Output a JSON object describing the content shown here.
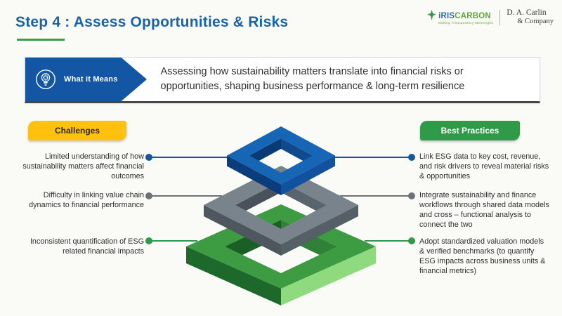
{
  "header": {
    "title": "Step 4 : Assess Opportunities & Risks",
    "logos": {
      "iriscarbon": {
        "part1": "iRIS",
        "part2": "CARBON",
        "tagline": "Making Transparency Meaningful"
      },
      "carlin": {
        "line1": "D. A. Carlin",
        "line2": "& Company"
      }
    }
  },
  "banner": {
    "label": "What it Means",
    "description": "Assessing how sustainability matters translate into financial risks or opportunities, shaping business performance & long-term resilience"
  },
  "challenges": {
    "header": "Challenges",
    "items": [
      {
        "level": "blue",
        "text": "Limited understanding of how sustainability matters affect financial outcomes"
      },
      {
        "level": "gray",
        "text": "Difficulty in linking value chain dynamics to financial performance"
      },
      {
        "level": "green",
        "text": "Inconsistent quantification of ESG related financial impacts"
      }
    ]
  },
  "best_practices": {
    "header": "Best Practices",
    "items": [
      {
        "level": "blue",
        "text": "Link ESG data to key cost, revenue, and risk drivers to reveal material risks & opportunities"
      },
      {
        "level": "gray",
        "text": "Integrate sustainability and finance workflows through shared data models and cross – functional analysis to connect the two"
      },
      {
        "level": "green",
        "text": "Adopt standardized valuation models & verified benchmarks (to quantify ESG impacts across business units & financial metrics)"
      }
    ]
  },
  "colors": {
    "accent_blue": "#1356A4",
    "accent_green": "#2F9A48",
    "accent_yellow": "#FFC10E",
    "title_blue": "#1763AC",
    "connector_gray": "#6B7379",
    "text_dark": "#2E2E2E",
    "diamond_blue": {
      "top": "#1765B5",
      "left": "#0B3C7C",
      "right": "#12519E",
      "inner_left": "#0A3A75",
      "inner_right": "#11498D"
    },
    "diamond_gray": {
      "top": "#79838B",
      "left": "#4E575E",
      "right": "#555F66",
      "inner_left": "#49525A",
      "inner_right": "#5A646C"
    },
    "diamond_green": {
      "top": "#3D9C41",
      "left": "#1D682B",
      "right": "#8FD97F",
      "inner_left": "#1B5F26",
      "inner_right": "#2F8138"
    }
  }
}
